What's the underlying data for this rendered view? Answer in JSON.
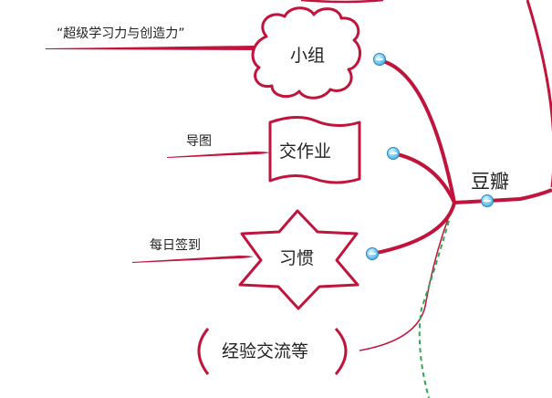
{
  "mindmap": {
    "root": {
      "label": "豆瓣"
    },
    "branches": [
      {
        "label": "小组",
        "shape": "cloud",
        "note": "“超级学习力与创造力”"
      },
      {
        "label": "交作业",
        "shape": "banner",
        "note": "导图"
      },
      {
        "label": "习惯",
        "shape": "star",
        "note": "每日签到"
      },
      {
        "label": "经验交流等",
        "shape": "brackets"
      }
    ]
  },
  "colors": {
    "branch": "#c0143c",
    "dashed_link": "#2fa84f",
    "collapse": "#5fc2ee"
  },
  "icons": {
    "collapse_toggle": "collapse-minus-icon"
  }
}
